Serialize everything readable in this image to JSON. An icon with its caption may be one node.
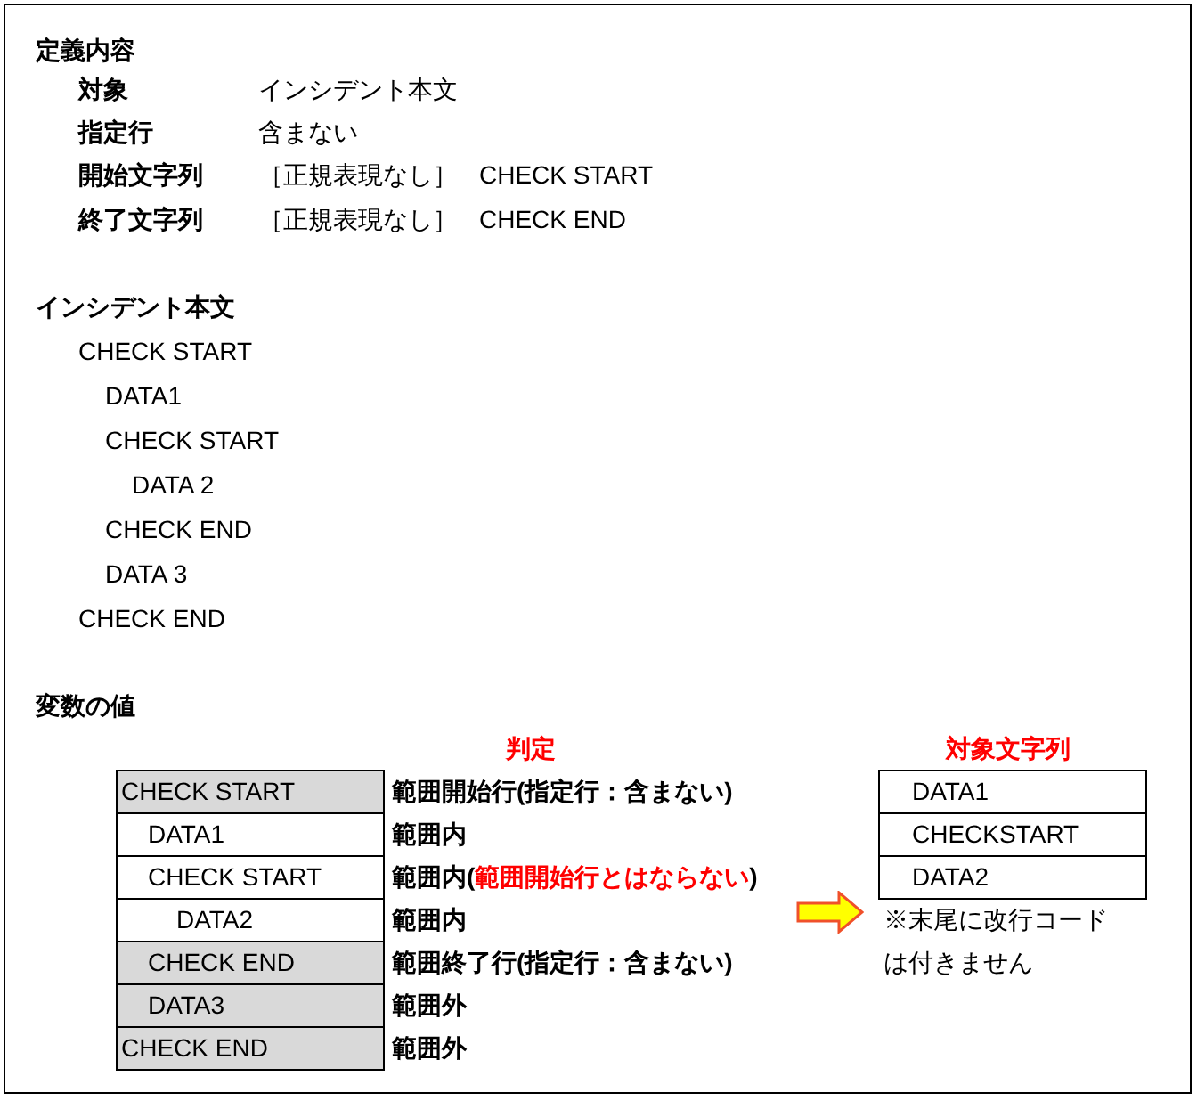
{
  "diagram": {
    "labels": [
      "定義内容",
      "対象",
      "インシデント本文",
      "指定行",
      "含まない",
      "開始文字列",
      "［正規表現なし］",
      "CHECK START",
      "終了文字列",
      "［正規表現なし］",
      "CHECK END",
      "インシデント本文",
      "CHECK START",
      "DATA1",
      "CHECK START",
      "DATA 2",
      "CHECK END",
      "DATA 3",
      "CHECK END",
      "変数の値",
      "判定",
      "対象文字列",
      "CHECK START",
      "範囲開始行(指定行：含まない)",
      "DATA1",
      "範囲内",
      "CHECK START",
      "範囲内(",
      "範囲開始行とはならない",
      ")",
      "DATA2",
      "範囲内",
      "CHECK END",
      "範囲終了行(指定行：含まない)",
      "DATA3",
      "範囲外",
      "CHECK END",
      "範囲外",
      "DATA1",
      "CHECKSTART",
      "DATA2",
      "※末尾に改行コードは付きません"
    ]
  }
}
